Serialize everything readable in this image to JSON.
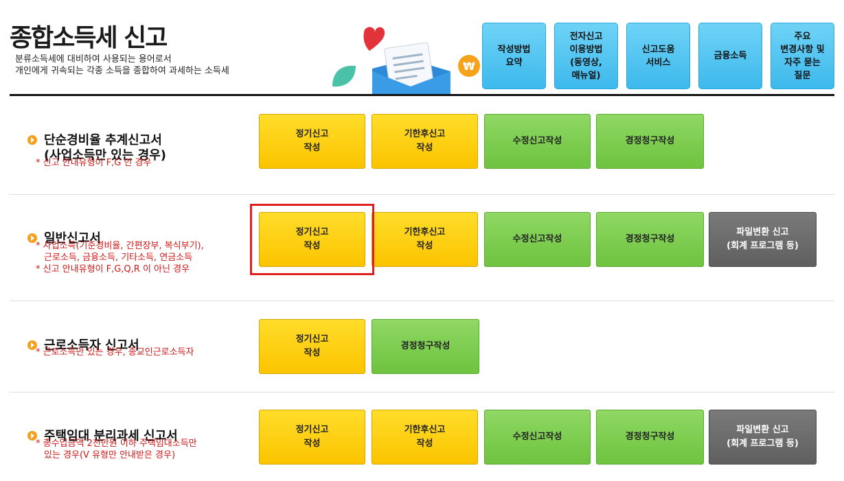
{
  "header": {
    "title": "종합소득세 신고",
    "desc_line1": "분류소득세에 대비하여 사용되는 용어로서",
    "desc_line2": "개인에게 귀속되는 각종 소득을 종합하여 과세하는 소득세",
    "buttons": [
      {
        "label": "작성방법\n요약"
      },
      {
        "label": "전자신고\n이용방법\n(동영상,\n매뉴얼)"
      },
      {
        "label": "신고도움\n서비스"
      },
      {
        "label": "금융소득"
      },
      {
        "label": "주요\n변경사항 및\n자주 묻는\n질문"
      }
    ]
  },
  "sections": [
    {
      "title_line1": "단순경비율 추계신고서",
      "title_line2": "(사업소득만 있는 경우)",
      "notes": [
        "* 신고 안내유형이 F,G 인 경우"
      ],
      "buttons": [
        "정기신고\n작성",
        "기한후신고\n작성",
        "수정신고작성",
        "경정청구작성"
      ]
    },
    {
      "title_line1": "일반신고서",
      "notes": [
        "* 사업소득(기준경비율, 간편장부, 복식부기),",
        "근로소득, 금융소득, 기타소득, 연금소득",
        "* 신고 안내유형이 F,G,Q,R 이 아닌 경우"
      ],
      "buttons": [
        "정기신고\n작성",
        "기한후신고\n작성",
        "수정신고작성",
        "경정청구작성",
        "파일변환 신고\n(회계 프로그램 등)"
      ]
    },
    {
      "title_line1": "근로소득자 신고서",
      "notes": [
        "* 근로소득만 있는 경우, 종교인근로소득자"
      ],
      "buttons": [
        "정기신고\n작성",
        "경정청구작성"
      ]
    },
    {
      "title_line1": "주택임대 분리과세 신고서",
      "notes": [
        "* 총수입금액 2천만원 이하 주택임대소득만",
        "있는 경우(V 유형만 안내받은 경우)"
      ],
      "buttons": [
        "정기신고\n작성",
        "기한후신고\n작성",
        "수정신고작성",
        "경정청구작성",
        "파일변환 신고\n(회계 프로그램 등)"
      ]
    }
  ],
  "colors": {
    "accent_blue": "#3db9ec",
    "yellow_button": "#fcc400",
    "green_button": "#6ec33f",
    "gray_button": "#5f5f5f",
    "note_red": "#d01818",
    "highlight_red": "#e0201f"
  },
  "icons": [
    "heart-icon",
    "document-icon",
    "leaf-icon",
    "won-coin-icon",
    "bullet-arrow-icon"
  ]
}
